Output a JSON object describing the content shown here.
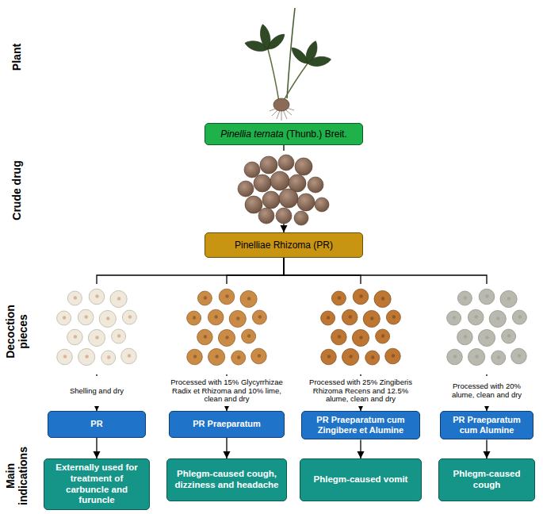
{
  "diagram": {
    "nodes": [
      {
        "text": [
          "Pinellia ternata (Thunb.) Breit."
        ]
      },
      {
        "text": [
          "Pinelliae Rhizoma (PR)"
        ]
      },
      {
        "text": [
          "PR"
        ]
      },
      {
        "text": [
          "PR Praeparatum"
        ]
      },
      {
        "text": [
          "PR Praeparatum cum Zingibere et Alumine"
        ]
      },
      {
        "text": [
          "PR Praeparatum cum Alumine"
        ]
      },
      {
        "text": [
          "Externally used for treatment of carbuncle and furuncle"
        ]
      },
      {
        "text": [
          "Phlegm-caused cough, dizziness and headache"
        ]
      },
      {
        "text": [
          "Phlegm-caused vomit"
        ]
      },
      {
        "text": [
          "Phlegm-caused cough"
        ]
      }
    ],
    "edges": [
      {
        "from": 0,
        "to": 1,
        "arrow": "to"
      },
      {
        "from": 1,
        "to": 2,
        "arrow": "to"
      },
      {
        "from": 1,
        "to": 3,
        "arrow": "to"
      },
      {
        "from": 1,
        "to": 4,
        "arrow": "to"
      },
      {
        "from": 1,
        "to": 5,
        "arrow": "to"
      },
      {
        "from": 2,
        "to": 6,
        "arrow": "to"
      },
      {
        "from": 3,
        "to": 7,
        "arrow": "to"
      },
      {
        "from": 4,
        "to": 8,
        "arrow": "to"
      },
      {
        "from": 5,
        "to": 9,
        "arrow": "to"
      }
    ],
    "labels": [
      "Plant",
      "Crude drug",
      "Decoction pieces",
      "Main indications",
      "Shelling and dry",
      "Processed with 15% Glycyrrhizae Radix et Rhizoma and 10% lime, clean and dry",
      "Processed with 25% Zingiberis Rhizoma Recens and 12.5% alume, clean and dry",
      "Processed with 20% alume, clean and dry"
    ]
  }
}
